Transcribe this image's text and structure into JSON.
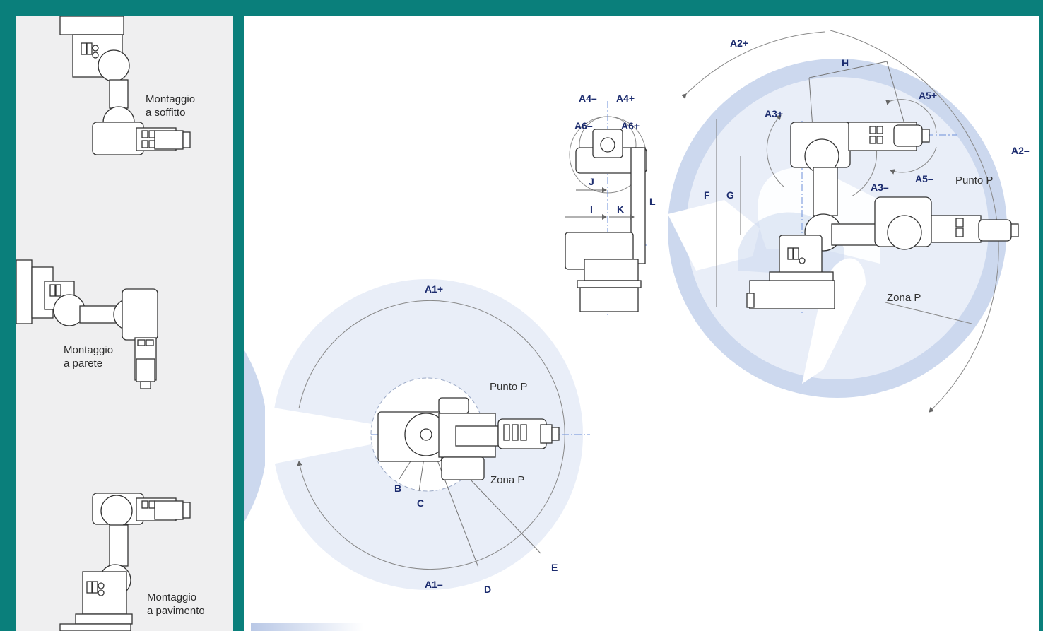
{
  "colors": {
    "frame": "#0a7f7b",
    "zone": "#ccd8ee",
    "zone_light": "#e9eef8",
    "line": "#9aa8c5",
    "accent": "#1b2b6e"
  },
  "left_panel": {
    "ceiling": {
      "line1": "Montaggio",
      "line2": "a soffitto"
    },
    "wall": {
      "line1": "Montaggio",
      "line2": "a parete"
    },
    "floor": {
      "line1": "Montaggio",
      "line2": "a pavimento"
    }
  },
  "top_view": {
    "zone_label": "Zona P",
    "point_label": "Punto P",
    "axis_plus": "A1+",
    "axis_minus": "A1–",
    "dims": {
      "b": "B",
      "c": "C",
      "d": "D",
      "e": "E"
    }
  },
  "front_view": {
    "a4_minus": "A4–",
    "a4_plus": "A4+",
    "a6_minus": "A6–",
    "a6_plus": "A6+",
    "dims": {
      "i": "I",
      "j": "J",
      "k": "K",
      "l": "L"
    }
  },
  "side_view": {
    "zone_label": "Zona P",
    "point_label": "Punto P",
    "a2_plus": "A2+",
    "a2_minus": "A2–",
    "a3_plus": "A3+",
    "a3_minus": "A3–",
    "a5_plus": "A5+",
    "a5_minus": "A5–",
    "dims": {
      "f": "F",
      "g": "G",
      "h": "H"
    }
  }
}
